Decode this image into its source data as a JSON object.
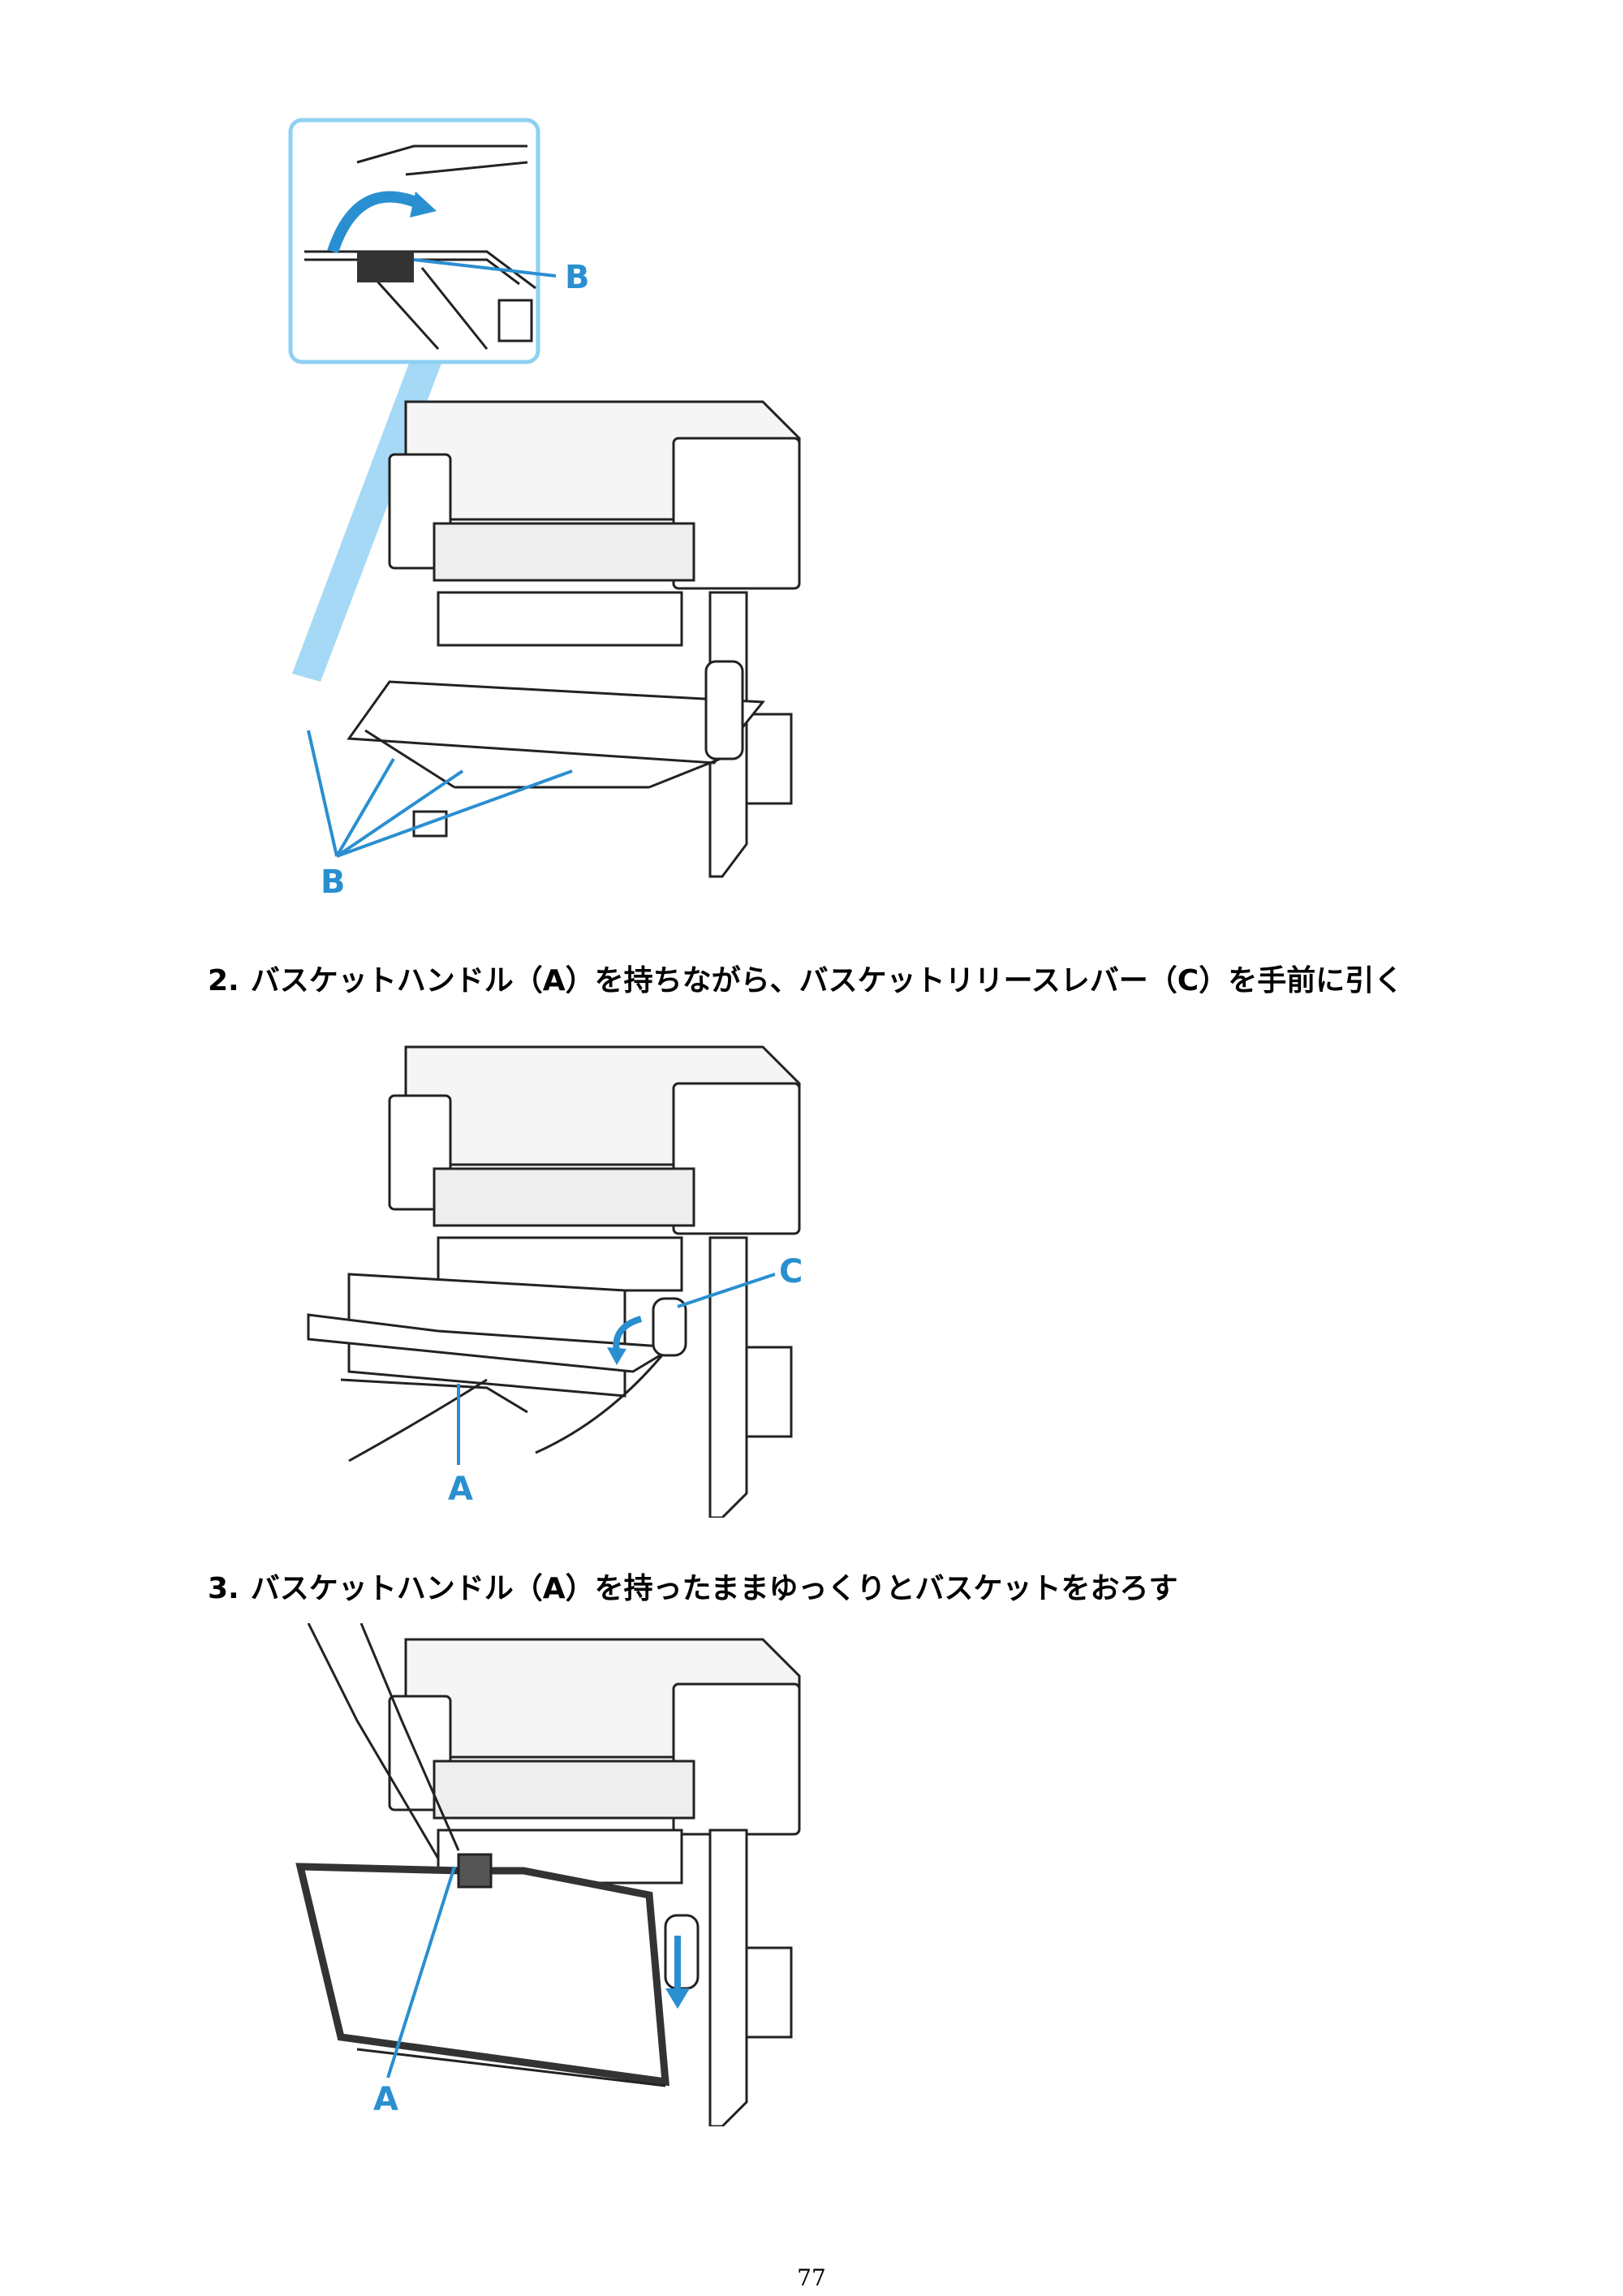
{
  "steps": [
    {
      "number": "2.",
      "text": "バスケットハンドル（A）を持ちながら、バスケットリリースレバー（C）を手前に引く"
    },
    {
      "number": "3.",
      "text": "バスケットハンドル（A）を持ったままゆっくりとバスケットをおろす"
    }
  ],
  "figures": {
    "fig1": {
      "callout_top": "B",
      "callout_bottom": "B"
    },
    "fig2": {
      "callout_c": "C",
      "callout_a": "A"
    },
    "fig3": {
      "callout_a": "A"
    }
  },
  "colors": {
    "accent": "#2a8fd0",
    "highlight": "#8fd0f2",
    "line": "#222222"
  },
  "page_number": "77"
}
